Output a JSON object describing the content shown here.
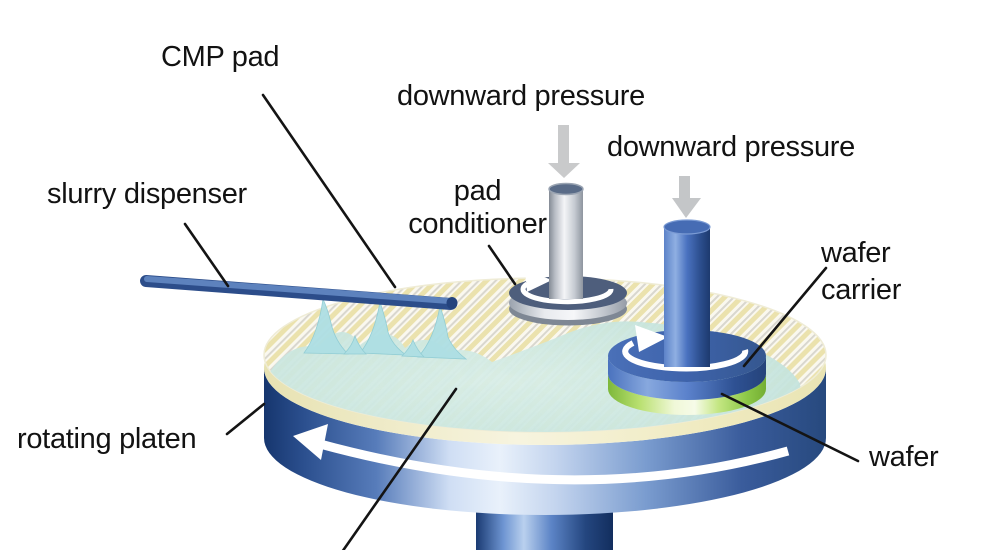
{
  "diagram": {
    "labels": {
      "cmp_pad": "CMP pad",
      "downward_pressure_left": "downward pressure",
      "downward_pressure_right": "downward pressure",
      "pad_conditioner_line1": "pad",
      "pad_conditioner_line2": "conditioner",
      "slurry_dispenser": "slurry dispenser",
      "wafer_carrier_line1": "wafer",
      "wafer_carrier_line2": "carrier",
      "rotating_platen": "rotating platen",
      "wafer": "wafer"
    },
    "colors": {
      "platen_blue": "#2c5193",
      "pad_rim_cream": "#f0ebc2",
      "slurry_aqua": "#cbe7e0",
      "wafer_green": "#9ed44e",
      "carrier_blue": "#4a72c0",
      "conditioner_silver": "#d9dde3",
      "pressure_arrow_gray": "#c9cacb",
      "leader_line_black": "#141414"
    }
  }
}
